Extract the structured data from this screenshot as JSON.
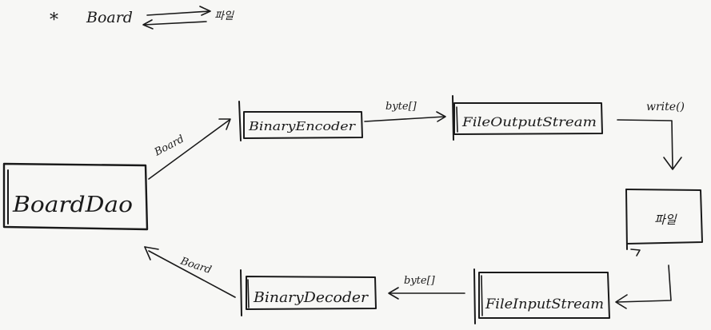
{
  "header": {
    "bullet": "*",
    "board_label": "Board",
    "file_label": "파일"
  },
  "nodes": {
    "board_dao": "BoardDao",
    "binary_encoder": "BinaryEncoder",
    "file_output_stream": "FileOutputStream",
    "file": "파일",
    "file_input_stream": "FileInputStream",
    "binary_decoder": "BinaryDecoder"
  },
  "edges": {
    "dao_to_encoder": "Board",
    "encoder_to_fos": "byte[]",
    "fos_to_file": "write()",
    "fis_to_decoder": "byte[]",
    "decoder_to_dao": "Board"
  }
}
